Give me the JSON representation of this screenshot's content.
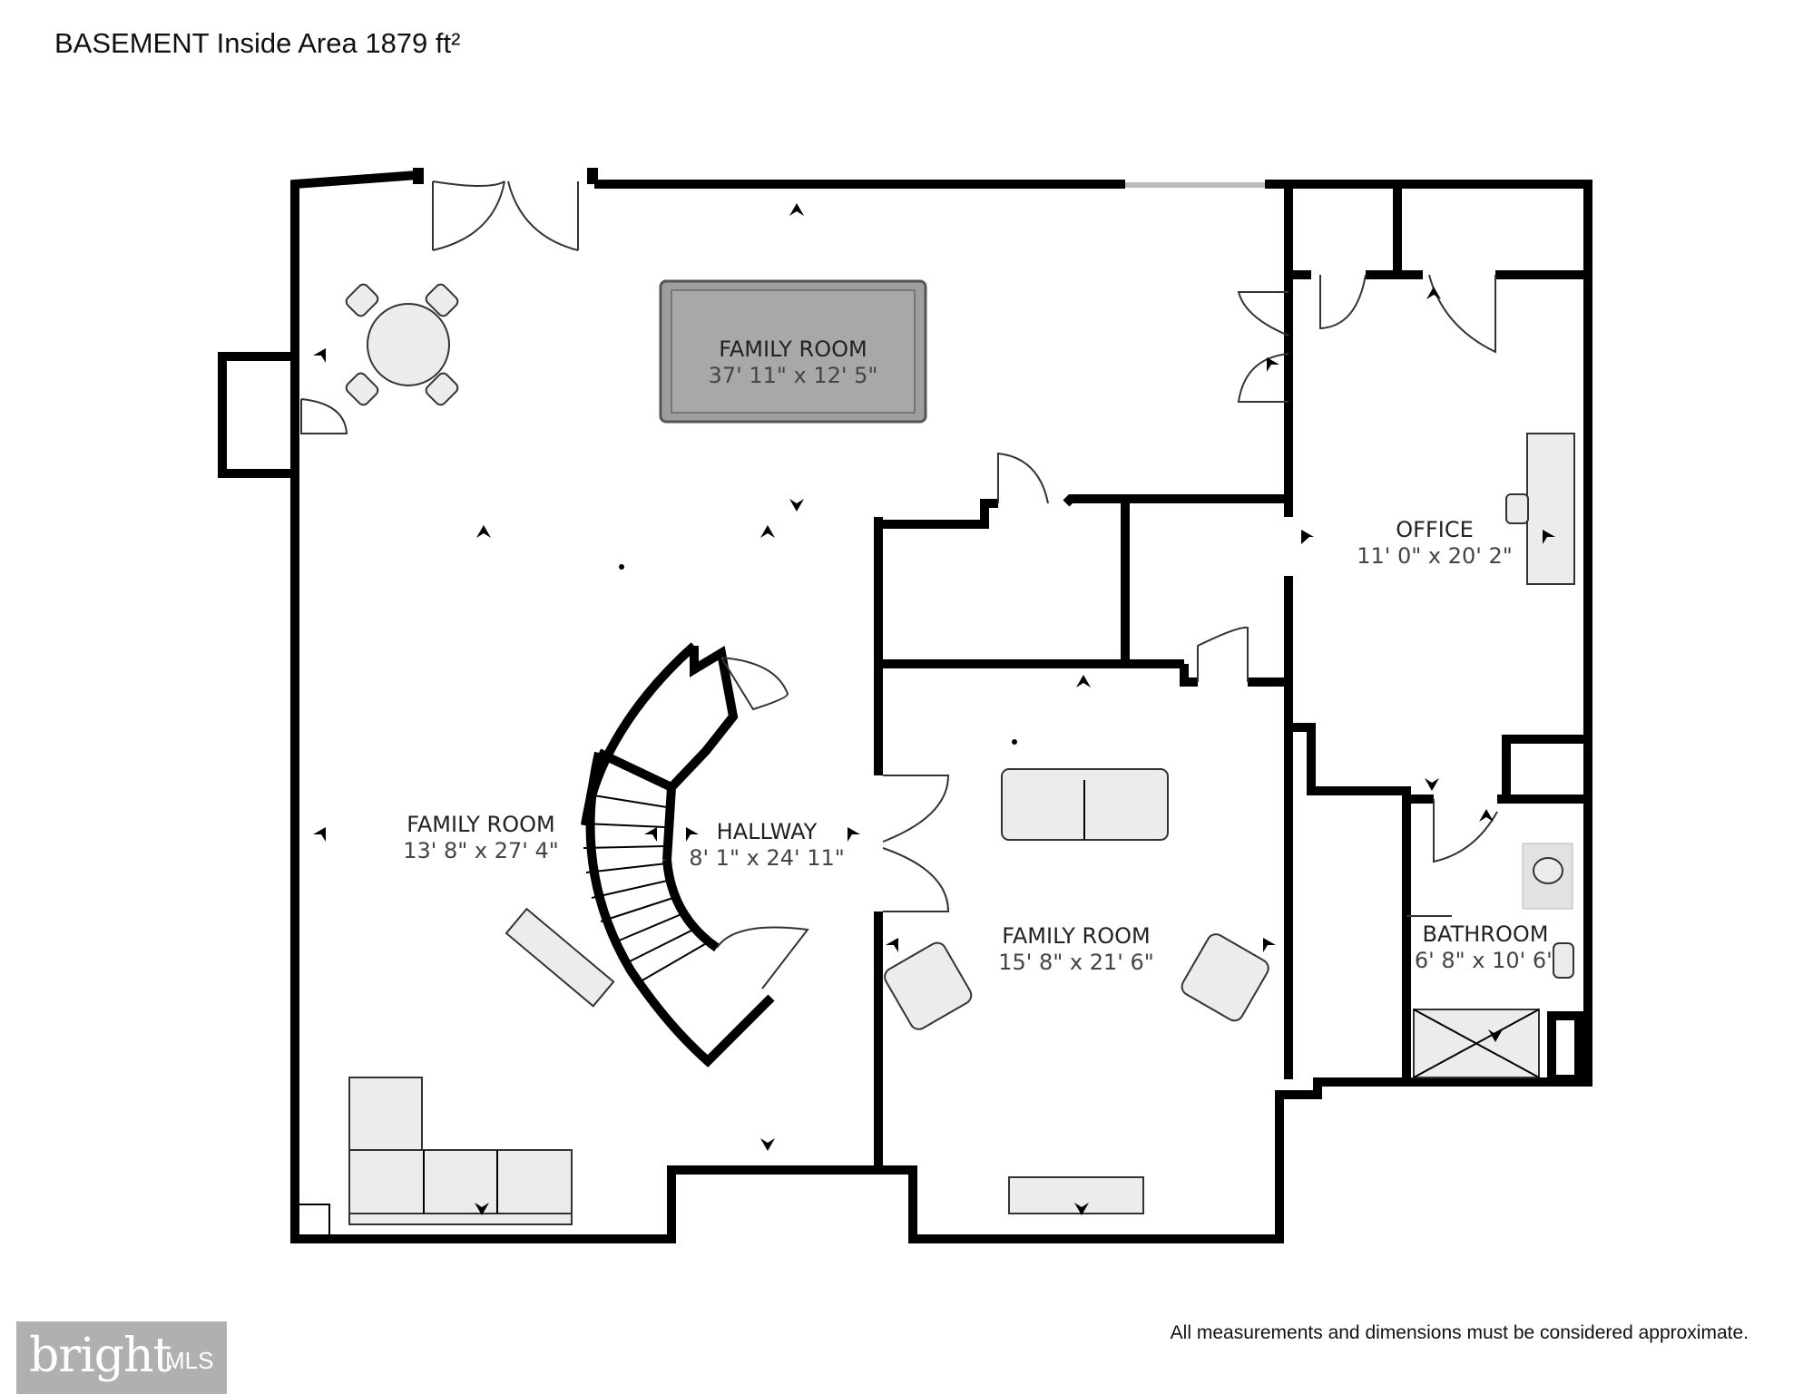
{
  "header": {
    "floor_name": "BASEMENT",
    "area_label": "Inside Area 1879 ft²"
  },
  "rooms": [
    {
      "name": "FAMILY ROOM",
      "dims": "37' 11\" x 12' 5\""
    },
    {
      "name": "FAMILY ROOM",
      "dims": "13' 8\" x 27' 4\""
    },
    {
      "name": "HALLWAY",
      "dims": "8' 1\" x 24' 11\""
    },
    {
      "name": "FAMILY ROOM",
      "dims": "15' 8\" x 21' 6\""
    },
    {
      "name": "OFFICE",
      "dims": "11' 0\" x 20' 2\""
    },
    {
      "name": "BATHROOM",
      "dims": "6' 8\" x 10' 6\""
    }
  ],
  "disclaimer": "All measurements and dimensions must be considered approximate.",
  "logo": {
    "word": "bright",
    "suffix": "MLS"
  },
  "colors": {
    "wall": "#000000",
    "furniture": "#ececec",
    "pool_table": "#9e9e9e",
    "logo_bg": "#b0b0b0"
  }
}
